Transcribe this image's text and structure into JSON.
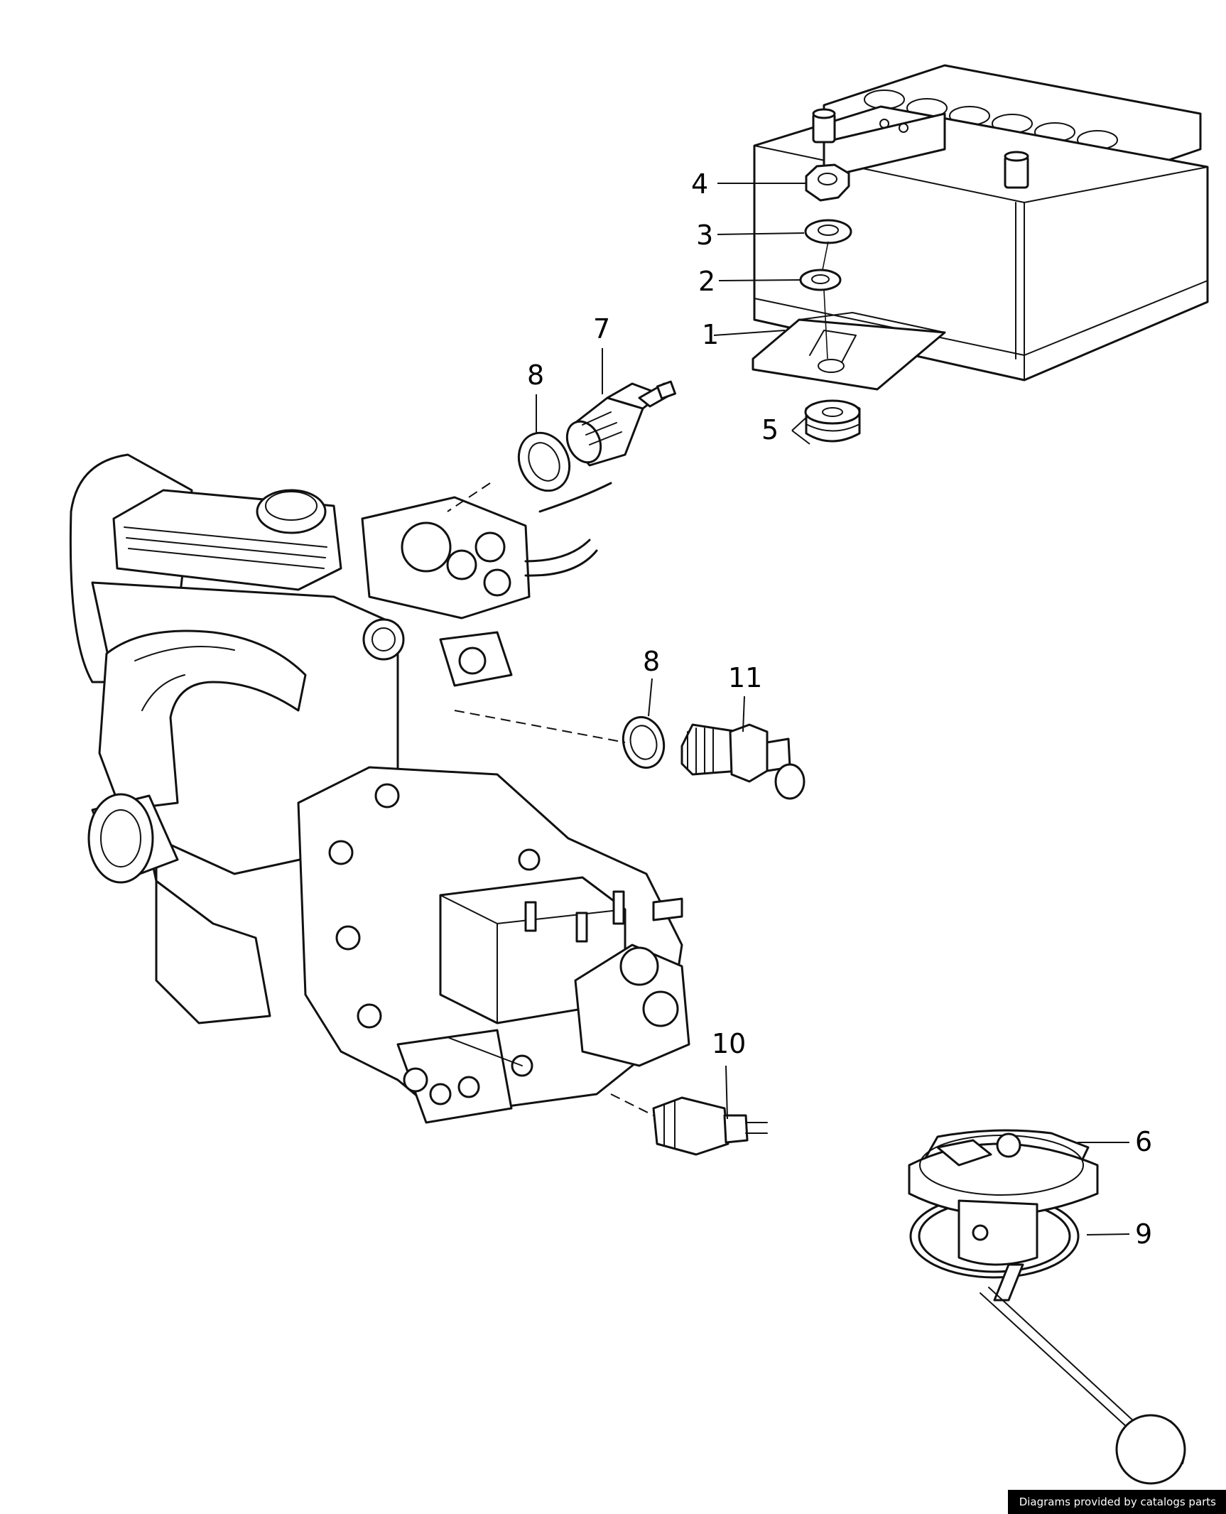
{
  "callouts": [
    {
      "id": "4",
      "label": "4"
    },
    {
      "id": "3",
      "label": "3"
    },
    {
      "id": "2",
      "label": "2"
    },
    {
      "id": "1",
      "label": "1"
    },
    {
      "id": "5",
      "label": "5"
    },
    {
      "id": "7",
      "label": "7"
    },
    {
      "id": "8a",
      "label": "8"
    },
    {
      "id": "8b",
      "label": "8"
    },
    {
      "id": "11",
      "label": "11"
    },
    {
      "id": "10",
      "label": "10"
    },
    {
      "id": "6",
      "label": "6"
    },
    {
      "id": "9",
      "label": "9"
    }
  ],
  "footer": {
    "credit": "Diagrams provided by catalogs parts"
  }
}
